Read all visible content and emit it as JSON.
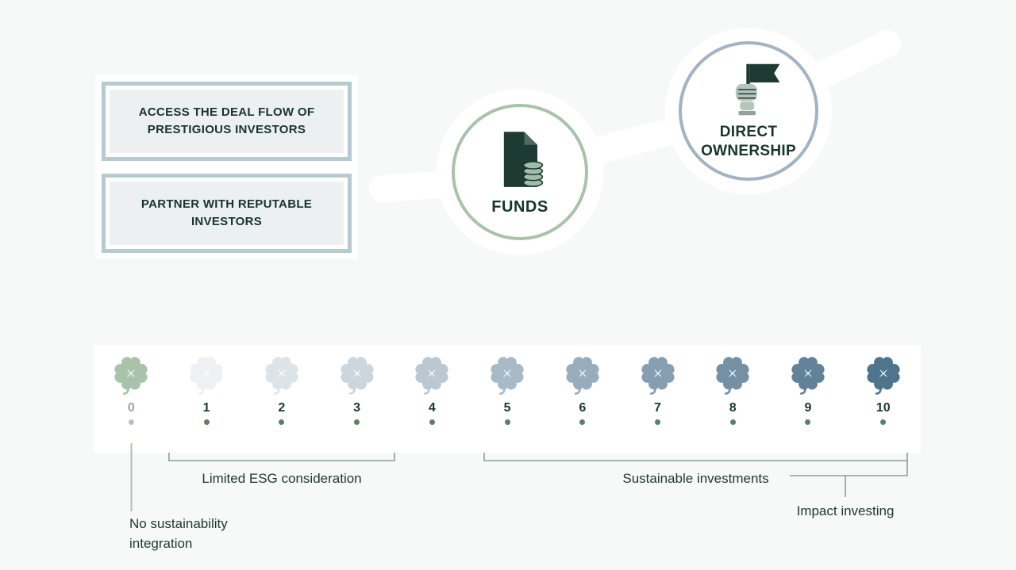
{
  "benefit_boxes": [
    {
      "label": "ACCESS THE DEAL FLOW OF PRESTIGIOUS INVESTORS"
    },
    {
      "label": "PARTNER WITH REPUTABLE INVESTORS"
    }
  ],
  "diagram": {
    "funds_label": "FUNDS",
    "direct_ownership_label": "DIRECT OWNERSHIP",
    "funds_ring_color": "#a9c3ab",
    "direct_ring_color": "#a2b3c3",
    "icon_dark_color": "#1e3b33",
    "icon_light_color": "#a9c3ab"
  },
  "esg_scale": {
    "items": [
      {
        "value": "0",
        "clover_color": "#a9c3ab",
        "number_color": "#98a39d",
        "dot_color": "#bcc0bc"
      },
      {
        "value": "1",
        "clover_color": "#edf1f3",
        "number_color": "#1c382f",
        "dot_color": "#5c7f68"
      },
      {
        "value": "2",
        "clover_color": "#dde4e9",
        "number_color": "#1c382f",
        "dot_color": "#5c7f68"
      },
      {
        "value": "3",
        "clover_color": "#ccd6dd",
        "number_color": "#1c382f",
        "dot_color": "#5c7f68"
      },
      {
        "value": "4",
        "clover_color": "#bac8d2",
        "number_color": "#1c382f",
        "dot_color": "#5c7f68"
      },
      {
        "value": "5",
        "clover_color": "#a8bac7",
        "number_color": "#1c382f",
        "dot_color": "#5c7f68"
      },
      {
        "value": "6",
        "clover_color": "#97acbc",
        "number_color": "#1c382f",
        "dot_color": "#5c7f68"
      },
      {
        "value": "7",
        "clover_color": "#859eb1",
        "number_color": "#1c382f",
        "dot_color": "#5c7f68"
      },
      {
        "value": "8",
        "clover_color": "#7390a5",
        "number_color": "#1c382f",
        "dot_color": "#5c7f68"
      },
      {
        "value": "9",
        "clover_color": "#618299",
        "number_color": "#1c382f",
        "dot_color": "#5c7f68"
      },
      {
        "value": "10",
        "clover_color": "#4f748d",
        "number_color": "#1c382f",
        "dot_color": "#5c7f68"
      }
    ],
    "annotations": {
      "no_sustainability_line1": "No sustainability",
      "no_sustainability_line2": "integration",
      "limited_esg": "Limited ESG consideration",
      "sustainable": "Sustainable investments",
      "impact": "Impact investing"
    }
  }
}
